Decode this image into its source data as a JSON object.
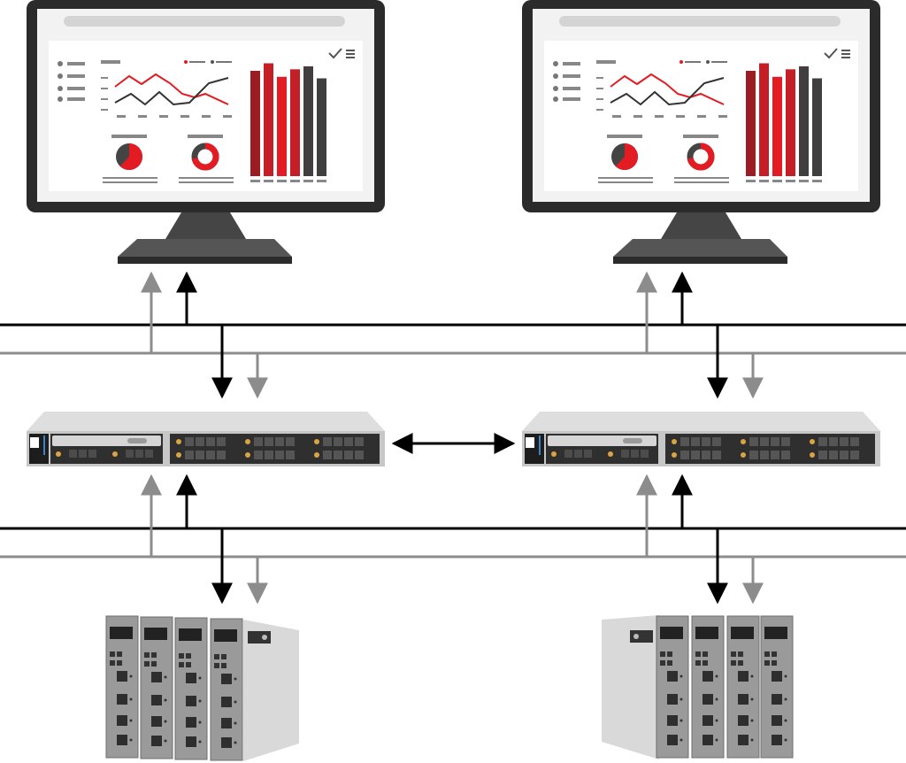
{
  "colors": {
    "accent_red": "#e31b23",
    "dark_red": "#9b1c22",
    "mid_red": "#c41e26",
    "charcoal": "#3f3f3f",
    "bezel": "#2b2b2b",
    "stand": "#454545",
    "screen_bg": "#f2f2f2",
    "panel_bg": "#ffffff",
    "line_black": "#000000",
    "line_gray": "#8c8c8c",
    "server_body": "#c7c7c7",
    "server_front": "#2f2f2f",
    "module_gray": "#9a9a9a",
    "rack_gray": "#d9d9d9",
    "led_gold": "#d9a441",
    "led_blue": "#3a86c8"
  },
  "nodes": [
    {
      "id": "monitor-left",
      "kind": "monitor",
      "icon": "monitor-dashboard-icon"
    },
    {
      "id": "monitor-right",
      "kind": "monitor",
      "icon": "monitor-dashboard-icon"
    },
    {
      "id": "server-left",
      "kind": "rack-server",
      "icon": "rack-server-icon"
    },
    {
      "id": "server-right",
      "kind": "rack-server",
      "icon": "rack-server-icon"
    },
    {
      "id": "controller-left",
      "kind": "io-module-rack",
      "icon": "io-module-rack-icon"
    },
    {
      "id": "controller-right",
      "kind": "io-module-rack",
      "icon": "io-module-rack-icon"
    }
  ],
  "buses": [
    {
      "id": "upper-bus-black",
      "style": "black"
    },
    {
      "id": "upper-bus-gray",
      "style": "gray"
    },
    {
      "id": "lower-bus-black",
      "style": "black"
    },
    {
      "id": "lower-bus-gray",
      "style": "gray"
    }
  ],
  "links": [
    {
      "from": "server-left",
      "to": "server-right",
      "direction": "bidirectional"
    }
  ],
  "dashboard": {
    "bar_values": [
      0.7,
      0.75,
      0.66,
      0.71,
      0.73,
      0.65
    ],
    "bar_colors": [
      "#9b1c22",
      "#c41e26",
      "#e31b23",
      "#c41e26",
      "#3f3f3f",
      "#3f3f3f"
    ],
    "pie_red_fraction": 0.62,
    "donut_red_fraction": 0.72
  }
}
